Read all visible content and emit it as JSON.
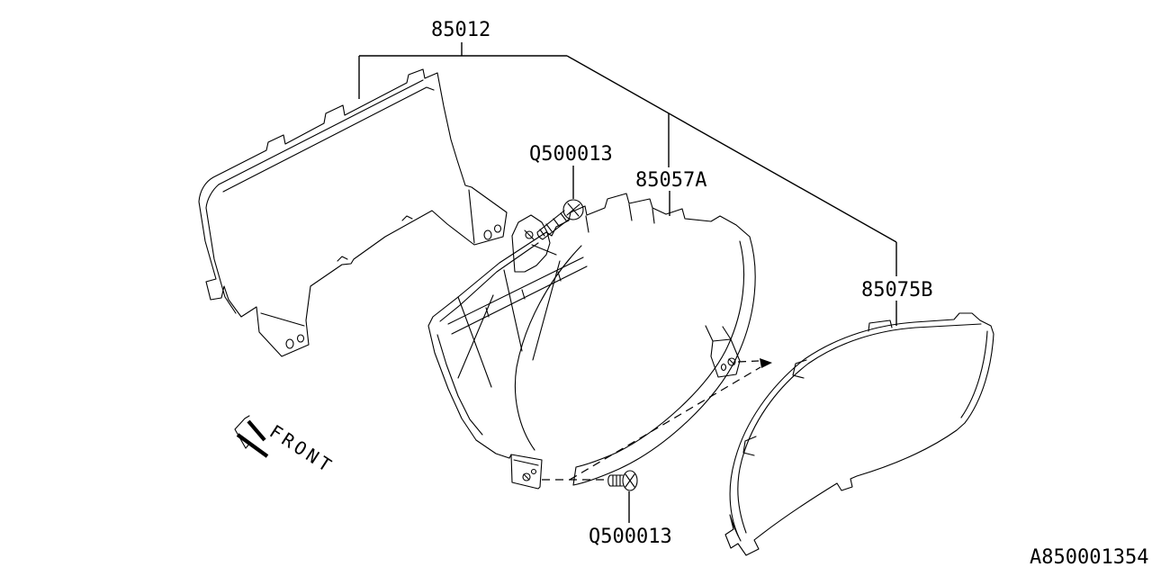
{
  "colors": {
    "background": "#ffffff",
    "line": "#000000",
    "text": "#000000"
  },
  "labels": {
    "part_85012": "85012",
    "screw_top": "Q500013",
    "part_85057a": "85057A",
    "part_85075b": "85075B",
    "screw_bottom": "Q500013",
    "front": "FRONT",
    "diagram_id": "A850001354"
  }
}
